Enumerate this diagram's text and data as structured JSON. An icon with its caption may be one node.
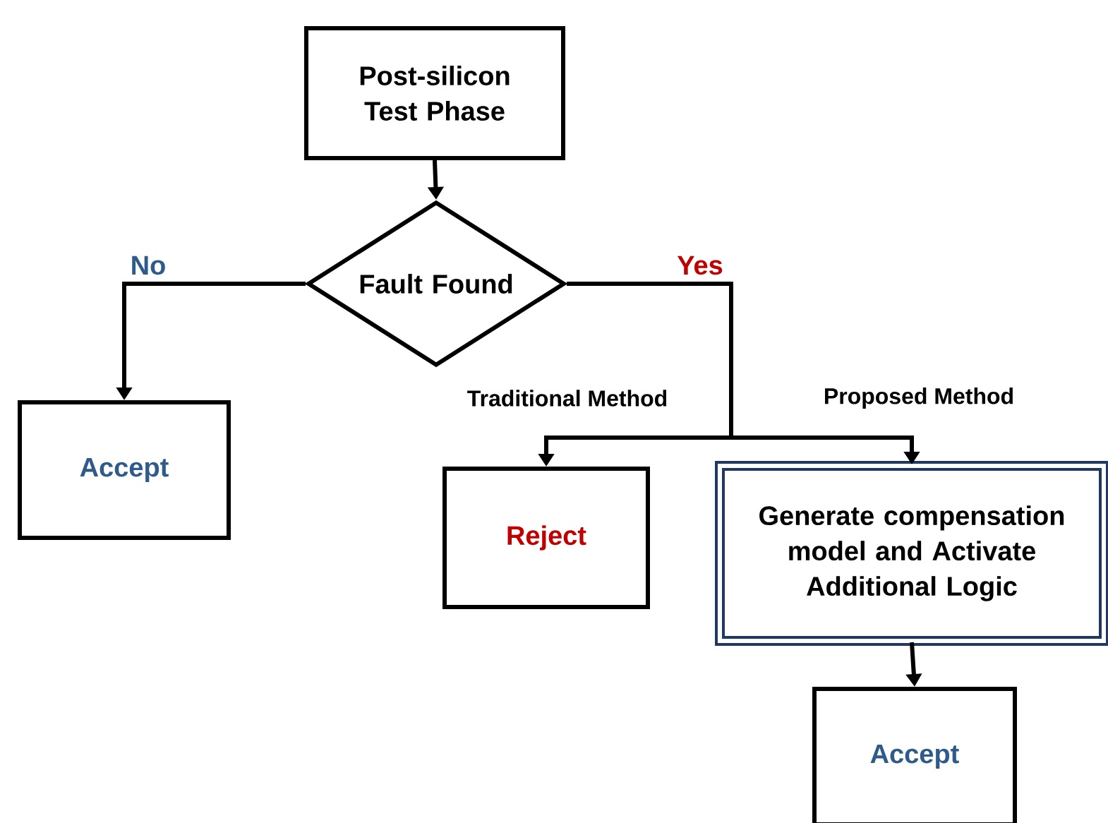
{
  "diagram": {
    "nodes": [
      {
        "text": [
          "Post-silicon Test Phase"
        ]
      },
      {
        "text": [
          "Fault Found"
        ]
      },
      {
        "text": [
          "Accept"
        ]
      },
      {
        "text": [
          "Reject"
        ]
      },
      {
        "text": [
          "Generate compensation model and Activate Additional Logic"
        ]
      },
      {
        "text": [
          "Accept"
        ]
      }
    ],
    "edges": [
      {
        "from": 0,
        "to": 1,
        "arrow": "to"
      },
      {
        "from": 1,
        "to": 2,
        "arrow": "to",
        "label": "No"
      },
      {
        "from": 1,
        "to": 3,
        "arrow": "to",
        "label": "Traditional Method"
      },
      {
        "from": 1,
        "to": 4,
        "arrow": "to",
        "label": "Proposed Method"
      },
      {
        "from": 4,
        "to": 5,
        "arrow": "to"
      }
    ],
    "labels": [
      "Yes"
    ]
  }
}
